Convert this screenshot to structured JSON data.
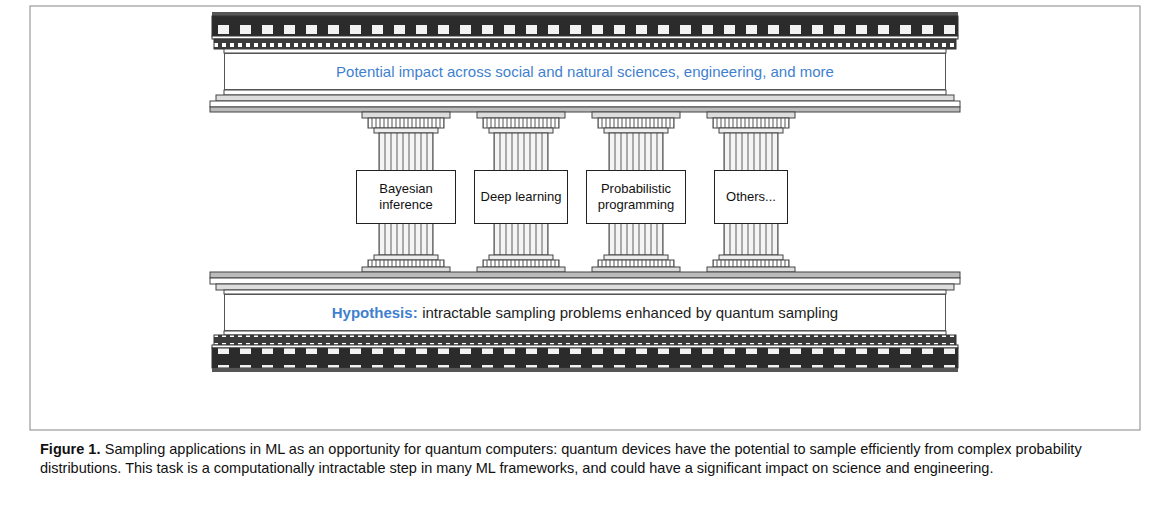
{
  "diagram": {
    "caption": "Sampling applications in ML as an opportunity for quantum computers: quantum devices have the potential to sample efficiently from complex probability distributions. This task is a computationally intractable step in many ML frameworks, and could have a significant impact on science and engineering.",
    "nodes": [
      {
        "text": [
          "Potential impact across social and natural sciences, engineering, and more"
        ]
      },
      {
        "text": [
          "Bayesian inference"
        ]
      },
      {
        "text": [
          "Deep learning"
        ]
      },
      {
        "text": [
          "Probabilistic programming"
        ]
      },
      {
        "text": [
          "Others..."
        ]
      },
      {
        "text": [
          "Hypothesis:",
          "intractable sampling problems enhanced by quantum sampling"
        ]
      }
    ],
    "labels": [
      "Figure 1."
    ]
  }
}
